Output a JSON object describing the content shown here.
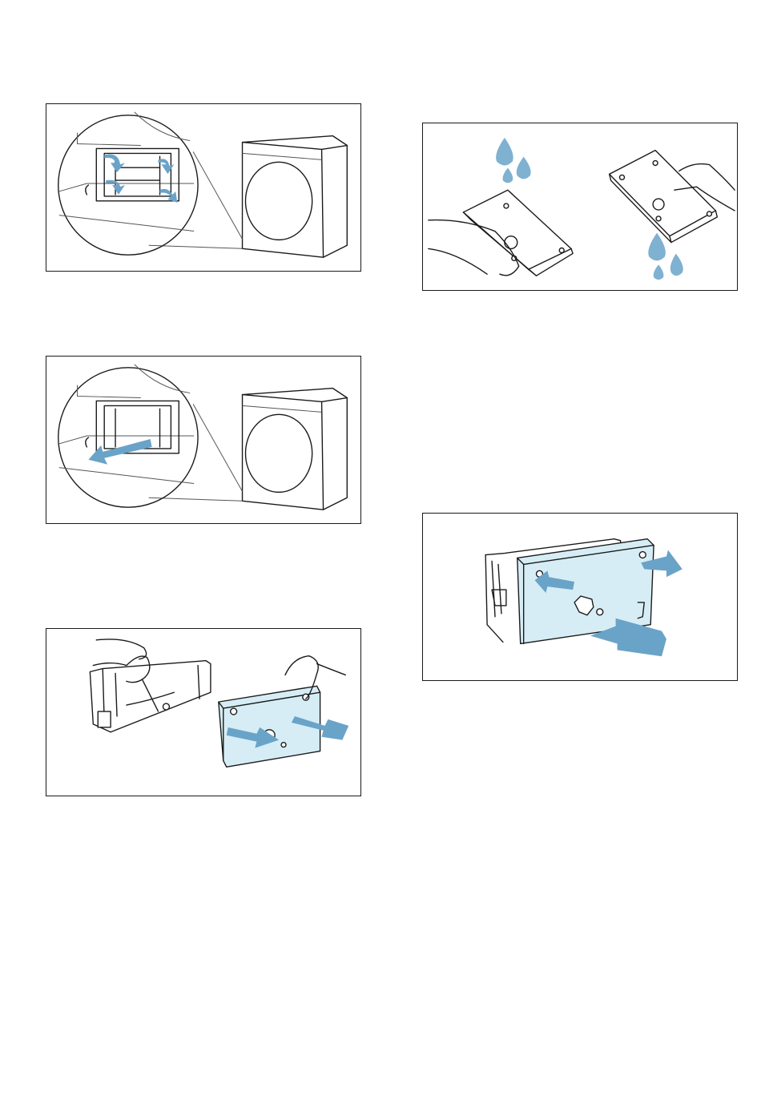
{
  "figures": [
    {
      "id": "fig-release-clips",
      "description_icon": "dryer-filter-clips-illustration"
    },
    {
      "id": "fig-pull-out-filter",
      "description_icon": "dryer-pull-filter-illustration"
    },
    {
      "id": "fig-separate-filter",
      "description_icon": "filter-separation-illustration"
    },
    {
      "id": "fig-rinse-filter",
      "description_icon": "filter-rinse-illustration"
    },
    {
      "id": "fig-reinsert-filter",
      "description_icon": "filter-reinsert-illustration"
    }
  ],
  "colors": {
    "accent": "#6aa3c8",
    "light_fill": "#d6edf5",
    "line": "#1a1a1a"
  }
}
